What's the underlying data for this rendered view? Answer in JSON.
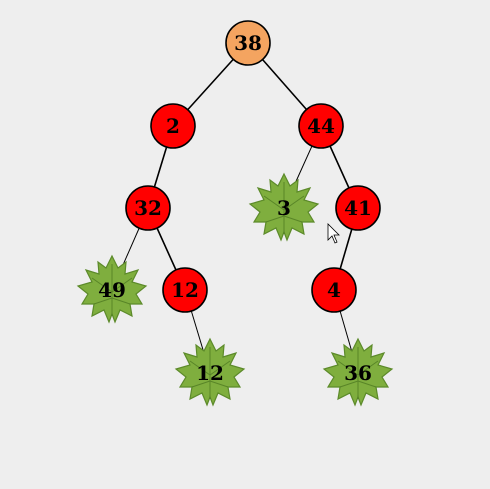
{
  "colors": {
    "background": "#eeeeee",
    "root_node": "#f4a460",
    "node": "#ff0000",
    "leaf_dark": "#5c8a2a",
    "leaf_light": "#8db84a",
    "edge": "#000000"
  },
  "tree": {
    "nodes": [
      {
        "id": "n38",
        "label": "38",
        "kind": "root"
      },
      {
        "id": "n2",
        "label": "2",
        "kind": "internal"
      },
      {
        "id": "n44",
        "label": "44",
        "kind": "internal"
      },
      {
        "id": "n32",
        "label": "32",
        "kind": "internal"
      },
      {
        "id": "n41",
        "label": "41",
        "kind": "internal"
      },
      {
        "id": "n3",
        "label": "3",
        "kind": "leaf"
      },
      {
        "id": "n49",
        "label": "49",
        "kind": "leaf"
      },
      {
        "id": "n12",
        "label": "12",
        "kind": "internal"
      },
      {
        "id": "n4",
        "label": "4",
        "kind": "internal"
      },
      {
        "id": "n12b",
        "label": "12",
        "kind": "leaf"
      },
      {
        "id": "n36",
        "label": "36",
        "kind": "leaf"
      }
    ],
    "edges": [
      [
        "n38",
        "n2"
      ],
      [
        "n38",
        "n44"
      ],
      [
        "n2",
        "n32"
      ],
      [
        "n44",
        "n3"
      ],
      [
        "n44",
        "n41"
      ],
      [
        "n32",
        "n49"
      ],
      [
        "n32",
        "n12"
      ],
      [
        "n41",
        "n4"
      ],
      [
        "n12",
        "n12b"
      ],
      [
        "n4",
        "n36"
      ]
    ]
  },
  "cursor": {
    "icon": "mouse-pointer-icon"
  }
}
